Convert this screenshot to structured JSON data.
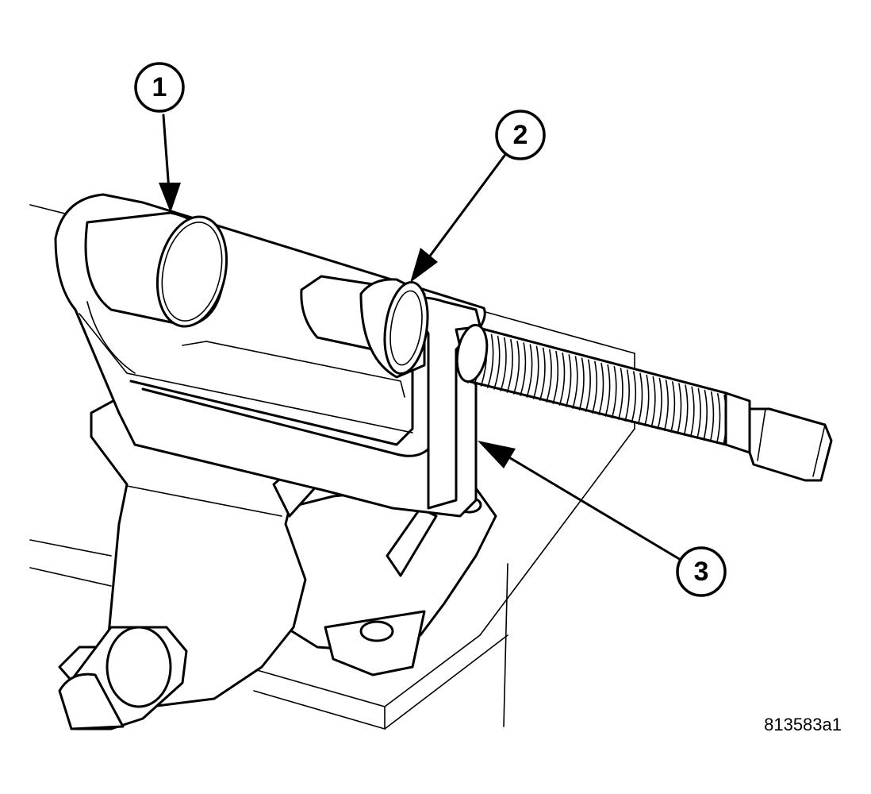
{
  "callouts": [
    {
      "number": "1"
    },
    {
      "number": "2"
    },
    {
      "number": "3"
    }
  ],
  "figure_code": "813583a1"
}
